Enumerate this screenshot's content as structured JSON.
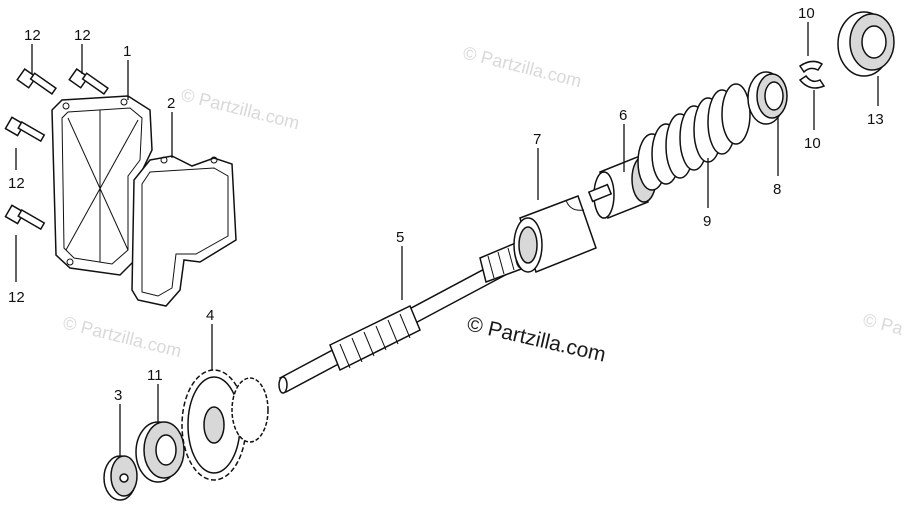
{
  "watermark": {
    "main": "© Partzilla.com",
    "faint": [
      "© Partzilla.com",
      "© Partzilla.com",
      "© Partzilla.com",
      "© Pa"
    ]
  },
  "callouts": {
    "p1": "1",
    "p2": "2",
    "p3": "3",
    "p4": "4",
    "p5": "5",
    "p6": "6",
    "p7": "7",
    "p8": "8",
    "p9": "9",
    "p10a": "10",
    "p10b": "10",
    "p11": "11",
    "p12a": "12",
    "p12b": "12",
    "p12c": "12",
    "p12d": "12",
    "p13": "13"
  }
}
